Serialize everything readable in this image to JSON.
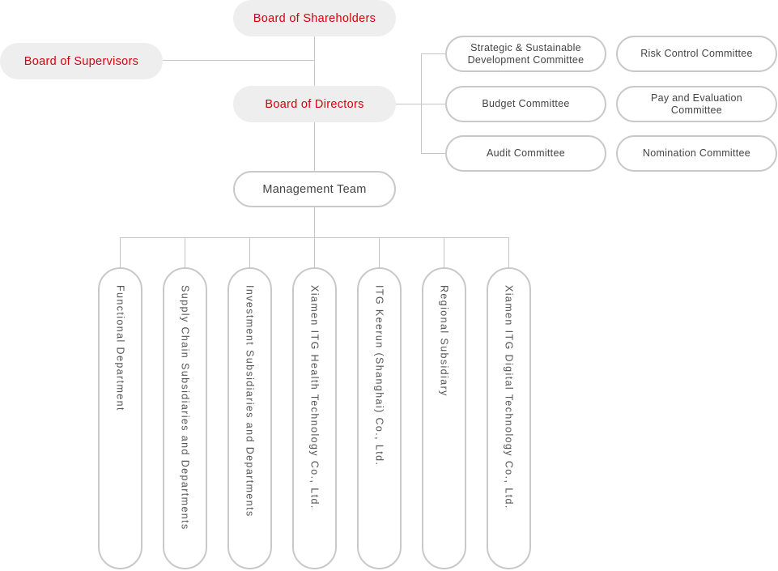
{
  "governance": {
    "shareholders": "Board of Shareholders",
    "supervisors": "Board of Supervisors",
    "directors": "Board of Directors",
    "management": "Management Team"
  },
  "committees": [
    {
      "label": "Strategic & Sustainable Development Committee"
    },
    {
      "label": "Risk Control Committee"
    },
    {
      "label": "Budget Committee"
    },
    {
      "label": "Pay and Evaluation Committee"
    },
    {
      "label": "Audit Committee"
    },
    {
      "label": "Nomination Committee"
    }
  ],
  "units": [
    {
      "label": "Functional Department"
    },
    {
      "label": "Supply Chain Subsidiaries and Departments"
    },
    {
      "label": "Investment Subsidiaries and Departments"
    },
    {
      "label": "Xiamen ITG Health Technology Co., Ltd."
    },
    {
      "label": "ITG Keerun (Shanghai) Co., Ltd."
    },
    {
      "label": "Regional Subsidiary"
    },
    {
      "label": "Xiamen ITG Digital Technology Co., Ltd."
    }
  ],
  "colors": {
    "accent": "#d7000f",
    "pill_bg": "#eeeeee",
    "line": "#c6c6c6",
    "border": "#c9c9c9",
    "text": "#444444",
    "unit_text": "#555555"
  }
}
